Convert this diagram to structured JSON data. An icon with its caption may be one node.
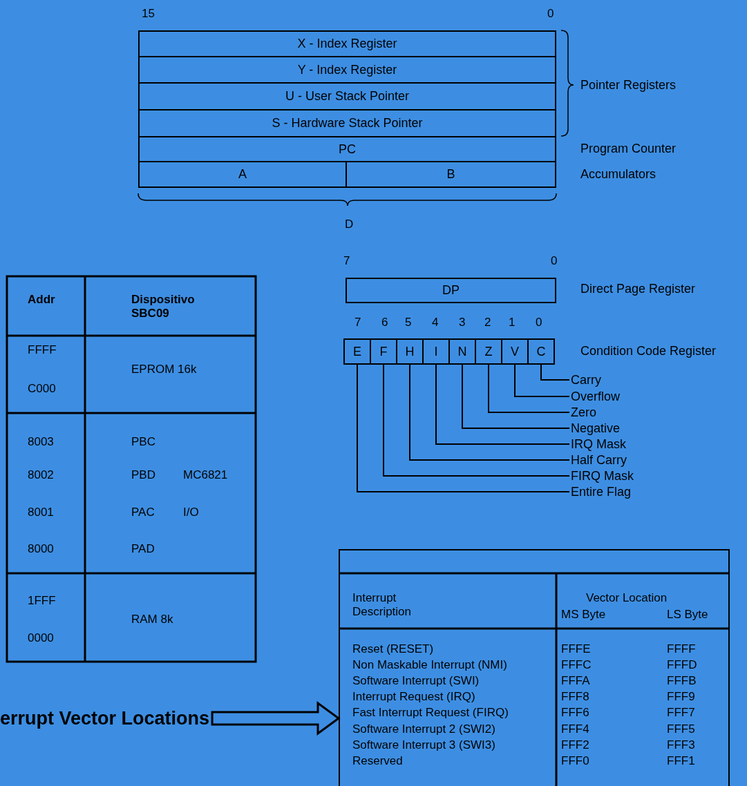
{
  "diagram": {
    "nodes": [
      {
        "text": [
          "X - Index Register"
        ]
      },
      {
        "text": [
          "Y - Index Register"
        ]
      },
      {
        "text": [
          "U - User Stack Pointer"
        ]
      },
      {
        "text": [
          "S - Hardware Stack Pointer"
        ]
      },
      {
        "text": [
          "PC"
        ],
        "beside": [
          "Program Counter"
        ]
      },
      {
        "text": [
          "A"
        ]
      },
      {
        "text": [
          "B"
        ]
      },
      {
        "text": [
          "DP"
        ],
        "beside": [
          "Direct Page Register"
        ]
      },
      {
        "text": [
          "E"
        ]
      },
      {
        "text": [
          "F"
        ]
      },
      {
        "text": [
          "H"
        ]
      },
      {
        "text": [
          "I"
        ]
      },
      {
        "text": [
          "N"
        ]
      },
      {
        "text": [
          "Z"
        ]
      },
      {
        "text": [
          "V"
        ]
      },
      {
        "text": [
          "C"
        ]
      },
      {
        "text": [
          "Carry"
        ]
      },
      {
        "text": [
          "Overflow"
        ]
      },
      {
        "text": [
          "Zero"
        ]
      },
      {
        "text": [
          "Negative"
        ]
      },
      {
        "text": [
          "IRQ Mask"
        ]
      },
      {
        "text": [
          "Half Carry"
        ]
      },
      {
        "text": [
          "FIRQ Mask"
        ]
      },
      {
        "text": [
          "Entire Flag"
        ]
      },
      {
        "text": [
          "errupt Vector Locations"
        ]
      },
      {
        "text": [],
        "shape": "box"
      }
    ],
    "edges": [
      {
        "from": 16,
        "to": 15,
        "arrow": "none"
      },
      {
        "from": 17,
        "to": 14,
        "arrow": "none"
      },
      {
        "from": 18,
        "to": 13,
        "arrow": "none"
      },
      {
        "from": 19,
        "to": 12,
        "arrow": "none"
      },
      {
        "from": 20,
        "to": 11,
        "arrow": "none"
      },
      {
        "from": 21,
        "to": 10,
        "arrow": "none"
      },
      {
        "from": 22,
        "to": 9,
        "arrow": "none"
      },
      {
        "from": 23,
        "to": 8,
        "arrow": "none"
      },
      {
        "from": 24,
        "to": 25,
        "arrow": "to"
      }
    ],
    "labels": [
      "15",
      "0",
      "Pointer Registers",
      "Accumulators",
      "D",
      "7",
      "0",
      "7",
      "6",
      "5",
      "4",
      "3",
      "2",
      "1",
      "0",
      "Condition Code Register",
      "Addr",
      "Dispositivo SBC09",
      "FFFF",
      "EPROM 16k",
      "C000",
      "8003",
      "PBC",
      "8002",
      "PBD",
      "MC6821",
      "8001",
      "PAC",
      "I/O",
      "8000",
      "PAD",
      "1FFF",
      "RAM 8k",
      "0000",
      "Interrupt Description",
      "Vector Location",
      "MS Byte",
      "LS Byte",
      "Reset (RESET)",
      "FFFE",
      "FFFF",
      "Non Maskable Interrupt (NMI)",
      "FFFC",
      "FFFD",
      "Software Interrupt (SWI)",
      "FFFA",
      "FFFB",
      "Interrupt Request (IRQ)",
      "FFF8",
      "FFF9",
      "Fast Interrupt Request (FIRQ)",
      "FFF6",
      "FFF7",
      "Software Interrupt 2 (SWI2)",
      "FFF4",
      "FFF5",
      "Software Interrupt 3 (SWI3)",
      "FFF2",
      "FFF3",
      "Reserved",
      "FFF0",
      "FFF1"
    ]
  }
}
